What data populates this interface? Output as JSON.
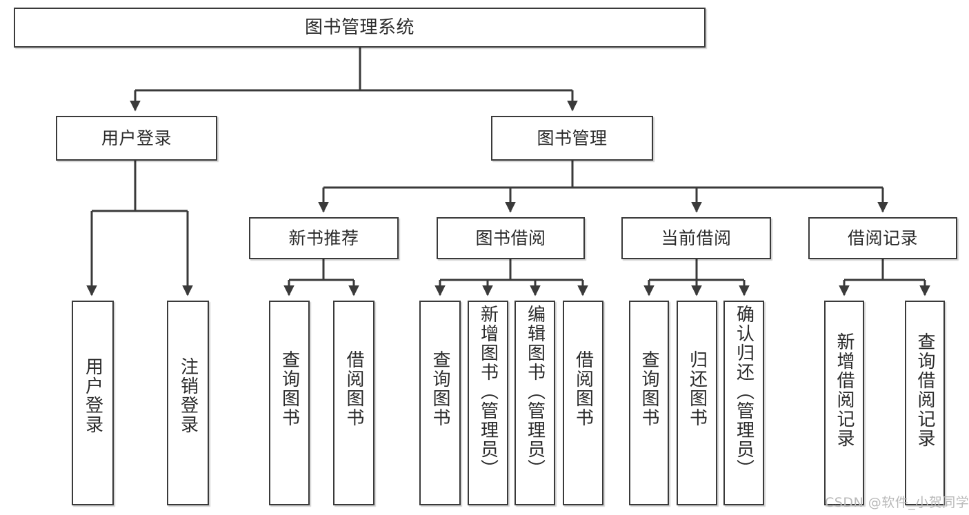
{
  "diagram": {
    "title": "图书管理系统",
    "type": "hierarchy-tree",
    "watermark": "CSDN @软件_小贺同学",
    "colors": {
      "stroke": "#3a3a3a",
      "fill": "#ffffff",
      "text": "#2b2b2b",
      "watermark": "#b9b9b9"
    },
    "nodes": {
      "root": {
        "label": "图书管理系统"
      },
      "level2": [
        {
          "id": "user-login",
          "label": "用户登录"
        },
        {
          "id": "book-manage",
          "label": "图书管理"
        }
      ],
      "level3": [
        {
          "id": "new-book-rec",
          "label": "新书推荐"
        },
        {
          "id": "book-borrow",
          "label": "图书借阅"
        },
        {
          "id": "current-borrow",
          "label": "当前借阅"
        },
        {
          "id": "borrow-record",
          "label": "借阅记录"
        }
      ],
      "leaves": [
        {
          "id": "leaf-user-login",
          "parent": "user-login",
          "label": "用户登录"
        },
        {
          "id": "leaf-user-logout",
          "parent": "user-login",
          "label": "注销登录"
        },
        {
          "id": "leaf-query-book-1",
          "parent": "new-book-rec",
          "label": "查询图书"
        },
        {
          "id": "leaf-borrow-book-1",
          "parent": "new-book-rec",
          "label": "借阅图书"
        },
        {
          "id": "leaf-query-book-2",
          "parent": "book-borrow",
          "label": "查询图书"
        },
        {
          "id": "leaf-add-book",
          "parent": "book-borrow",
          "label": "新增图书（管理员）"
        },
        {
          "id": "leaf-edit-book",
          "parent": "book-borrow",
          "label": "编辑图书（管理员）"
        },
        {
          "id": "leaf-borrow-book-2",
          "parent": "book-borrow",
          "label": "借阅图书"
        },
        {
          "id": "leaf-query-book-3",
          "parent": "current-borrow",
          "label": "查询图书"
        },
        {
          "id": "leaf-return-book",
          "parent": "current-borrow",
          "label": "归还图书"
        },
        {
          "id": "leaf-confirm-return",
          "parent": "current-borrow",
          "label": "确认归还（管理员）"
        },
        {
          "id": "leaf-add-record",
          "parent": "borrow-record",
          "label": "新增借阅记录"
        },
        {
          "id": "leaf-query-record",
          "parent": "borrow-record",
          "label": "查询借阅记录"
        }
      ]
    }
  }
}
